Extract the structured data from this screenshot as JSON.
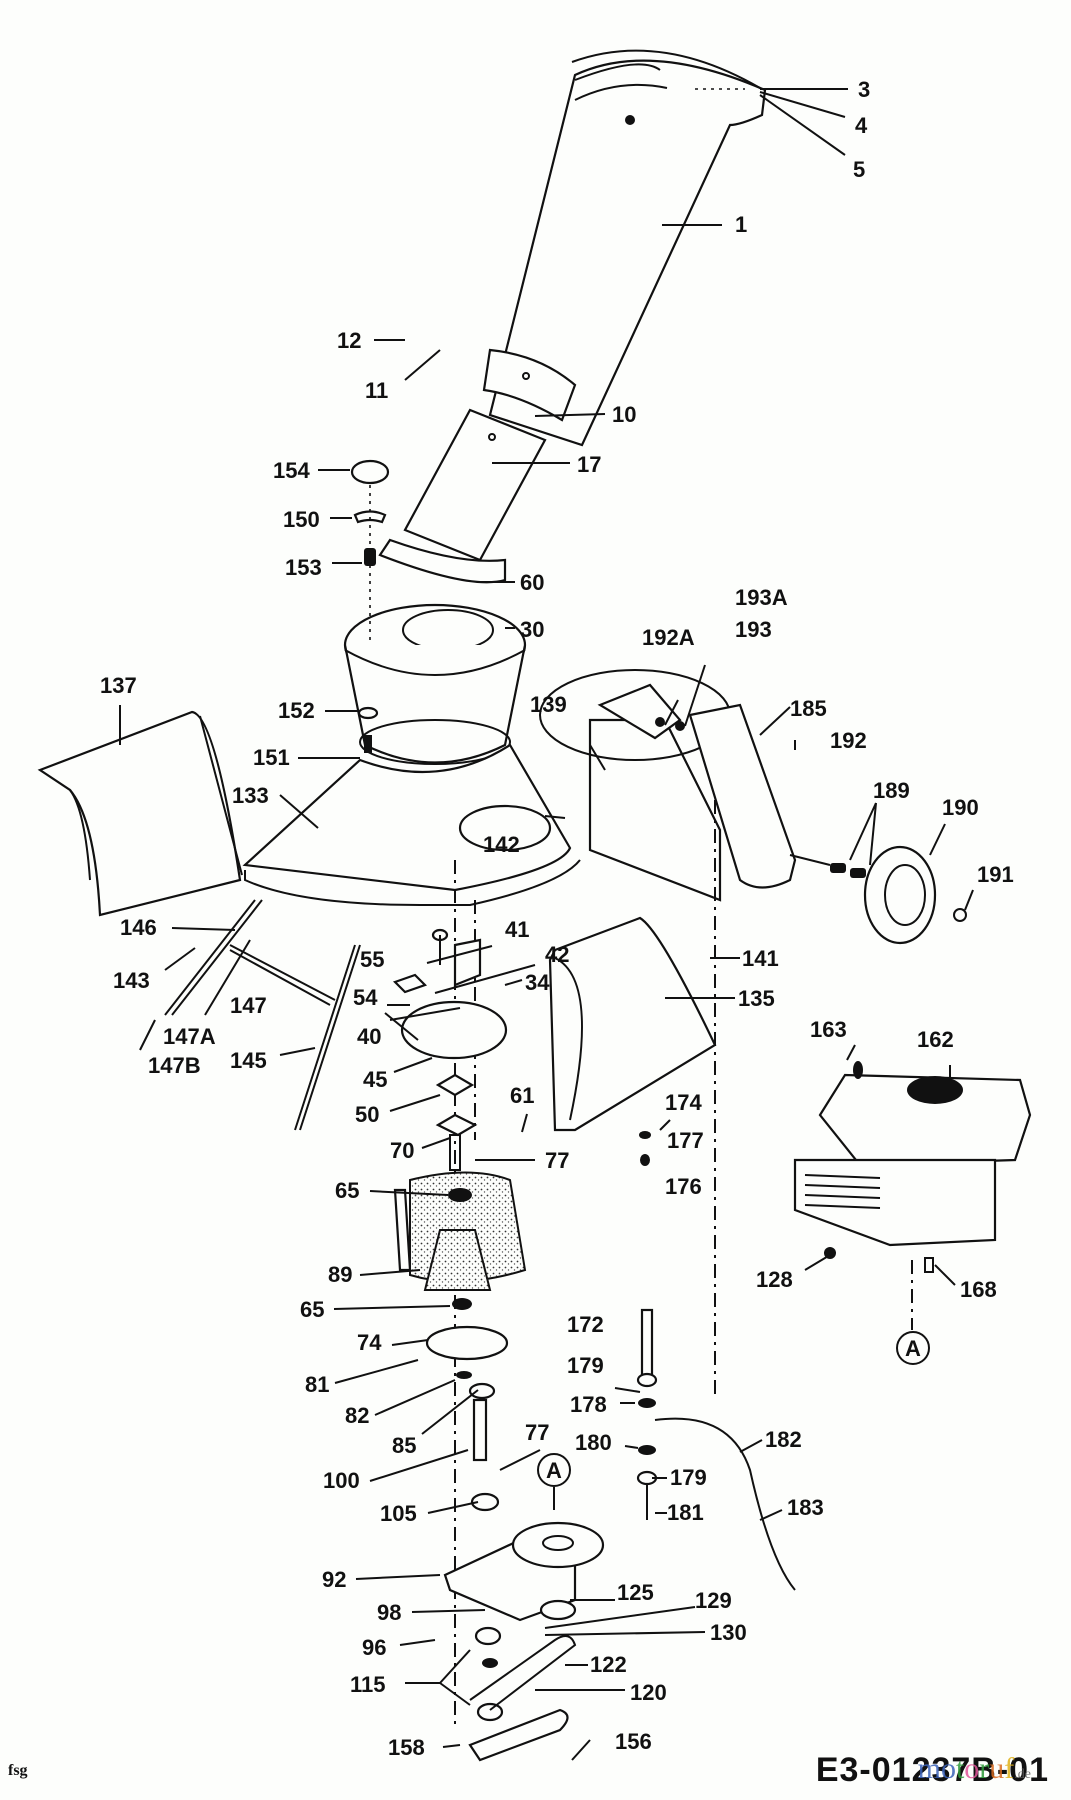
{
  "diagram": {
    "title": "Chipper/shredder exploded parts diagram",
    "drawing_code": "E3-01237B-01",
    "corner_mark": "fsg",
    "watermark": {
      "letters": [
        "m",
        "o",
        "t",
        "o",
        "r",
        "u",
        "f"
      ],
      "colors": [
        "#3b62b8",
        "#3b62b8",
        "#2e9a3a",
        "#e0569a",
        "#2e9a3a",
        "#d96b1f",
        "#e0b21a"
      ],
      "suffix": ".de"
    },
    "callout_marker": "A",
    "part_labels": {
      "p1": "1",
      "p3": "3",
      "p4": "4",
      "p5": "5",
      "p10": "10",
      "p11": "11",
      "p12": "12",
      "p17": "17",
      "p30": "30",
      "p34": "34",
      "p40": "40",
      "p41": "41",
      "p42": "42",
      "p45": "45",
      "p50": "50",
      "p54": "54",
      "p55": "55",
      "p60": "60",
      "p61": "61",
      "p65a": "65",
      "p65b": "65",
      "p70": "70",
      "p74": "74",
      "p77a": "77",
      "p77b": "77",
      "p81": "81",
      "p82": "82",
      "p85": "85",
      "p89": "89",
      "p92": "92",
      "p96": "96",
      "p98": "98",
      "p100": "100",
      "p105": "105",
      "p115": "115",
      "p120": "120",
      "p122": "122",
      "p125": "125",
      "p128": "128",
      "p129": "129",
      "p130": "130",
      "p133": "133",
      "p135": "135",
      "p137": "137",
      "p139": "139",
      "p141": "141",
      "p142": "142",
      "p143": "143",
      "p145": "145",
      "p146": "146",
      "p147": "147",
      "p147A": "147A",
      "p147B": "147B",
      "p150": "150",
      "p151": "151",
      "p152": "152",
      "p153": "153",
      "p154": "154",
      "p156": "156",
      "p158": "158",
      "p162": "162",
      "p163": "163",
      "p168": "168",
      "p172": "172",
      "p174": "174",
      "p176": "176",
      "p177": "177",
      "p178": "178",
      "p179a": "179",
      "p179b": "179",
      "p180": "180",
      "p181": "181",
      "p182": "182",
      "p183": "183",
      "p185": "185",
      "p189": "189",
      "p190": "190",
      "p191": "191",
      "p192": "192",
      "p192A": "192A",
      "p193": "193",
      "p193A": "193A"
    }
  }
}
